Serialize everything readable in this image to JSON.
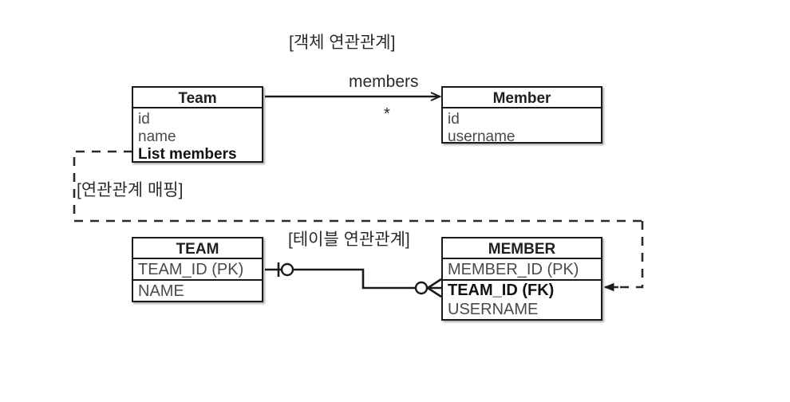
{
  "diagram": {
    "title_object_relation": "[객체 연관관계]",
    "title_table_relation": "[테이블 연관관계]",
    "title_mapping": "[연관관계 매핑]",
    "association_label": "members",
    "multiplicity_label": "*"
  },
  "object_model": {
    "team_class": {
      "name": "Team",
      "attributes": [
        {
          "text": "id",
          "bold": false
        },
        {
          "text": "name",
          "bold": false
        },
        {
          "text": "List members",
          "bold": true
        }
      ]
    },
    "member_class": {
      "name": "Member",
      "attributes": [
        {
          "text": "id",
          "bold": false
        },
        {
          "text": "username",
          "bold": false
        }
      ]
    }
  },
  "table_model": {
    "team_table": {
      "name": "TEAM",
      "columns": [
        {
          "text": "TEAM_ID (PK)",
          "bold": false
        },
        {
          "text": "NAME",
          "bold": false
        }
      ]
    },
    "member_table": {
      "name": "MEMBER",
      "columns": [
        {
          "text": "MEMBER_ID (PK)",
          "bold": false
        },
        {
          "text": "TEAM_ID (FK)",
          "bold": true
        },
        {
          "text": "USERNAME",
          "bold": false
        }
      ]
    }
  },
  "colors": {
    "stroke": "#1a1a1a",
    "text": "#2b2b2b",
    "muted_text": "#4a4a4a",
    "background": "#ffffff"
  }
}
